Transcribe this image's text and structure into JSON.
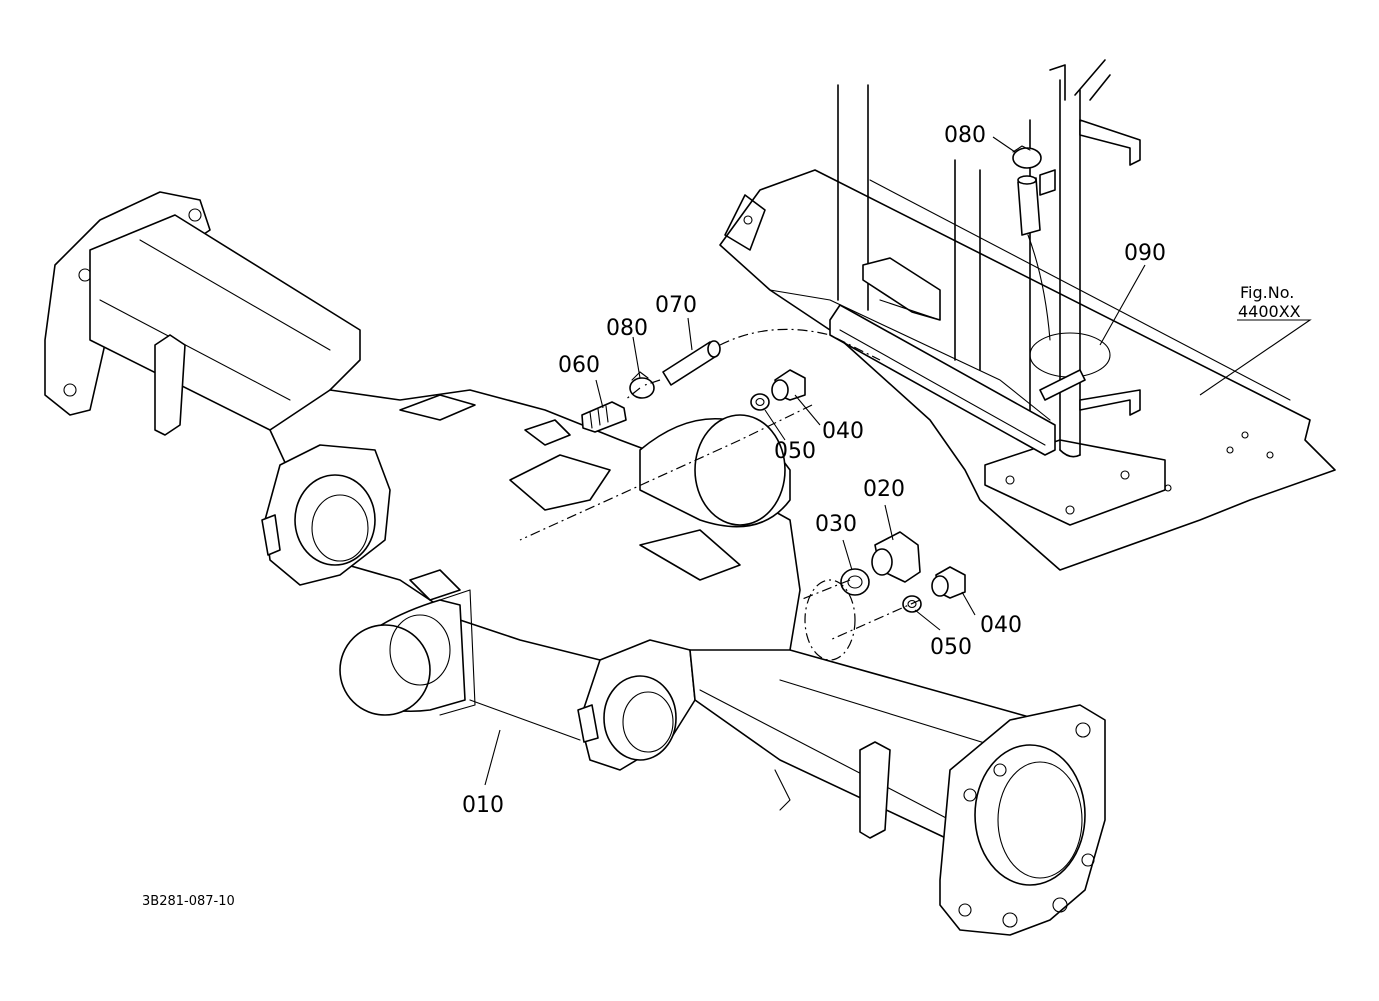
{
  "diagram": {
    "drawing_code": "3B281-087-10",
    "figure_ref": {
      "title": "Fig.No.",
      "number": "4400XX"
    },
    "callouts": [
      {
        "id": "010",
        "label": "010"
      },
      {
        "id": "020",
        "label": "020"
      },
      {
        "id": "030",
        "label": "030"
      },
      {
        "id": "040a",
        "label": "040"
      },
      {
        "id": "040b",
        "label": "040"
      },
      {
        "id": "050a",
        "label": "050"
      },
      {
        "id": "050b",
        "label": "050"
      },
      {
        "id": "060",
        "label": "060"
      },
      {
        "id": "070",
        "label": "070"
      },
      {
        "id": "080a",
        "label": "080"
      },
      {
        "id": "080b",
        "label": "080"
      },
      {
        "id": "090",
        "label": "090"
      }
    ]
  }
}
